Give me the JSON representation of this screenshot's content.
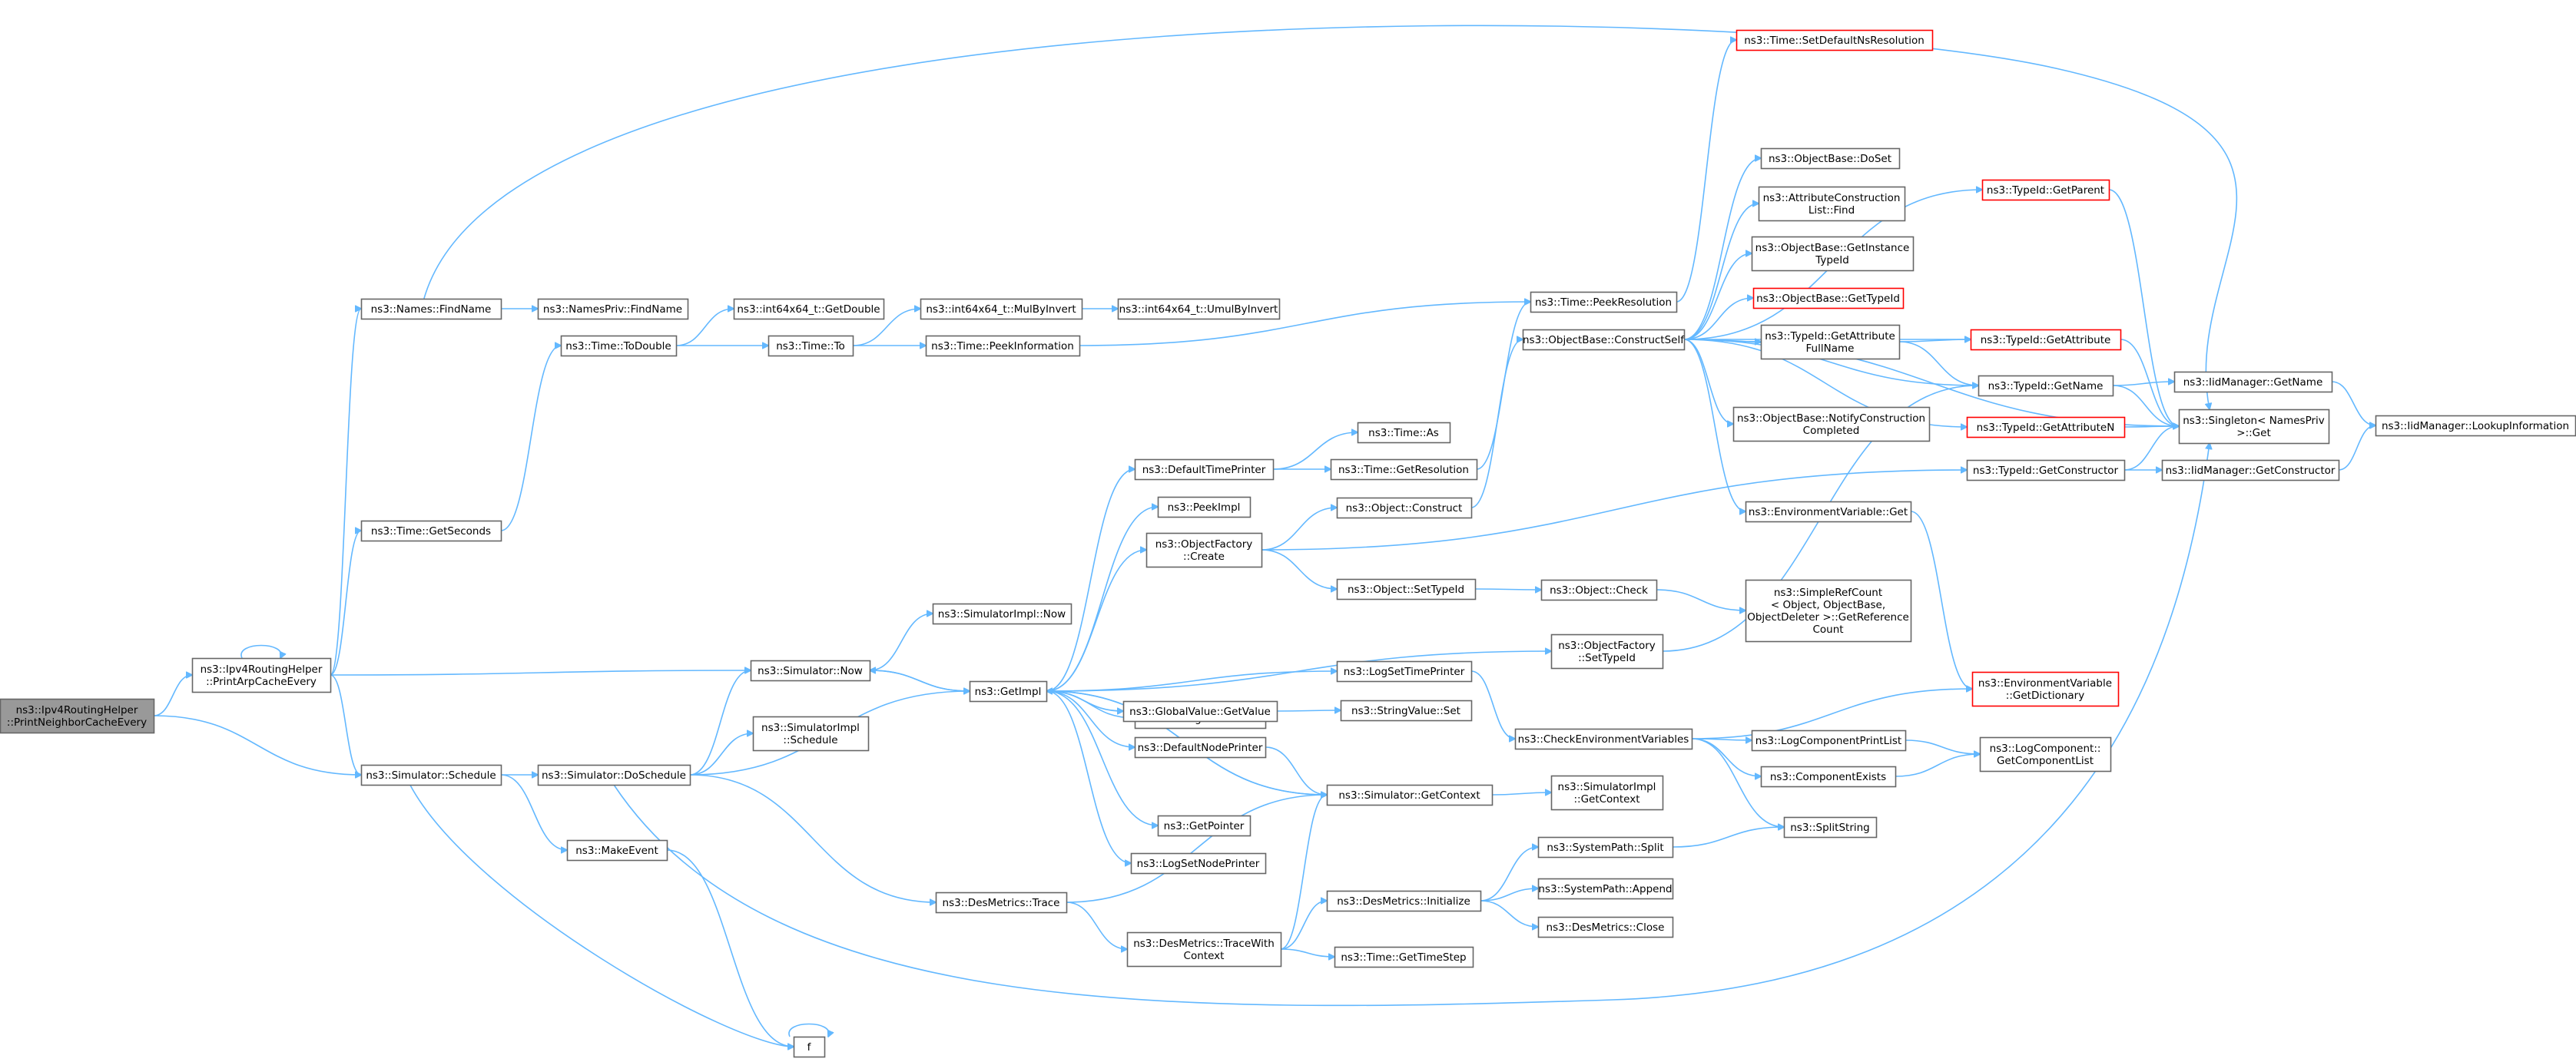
{
  "graph": {
    "title": "",
    "edge_color": "#63b8ff",
    "node_border": "#666666",
    "truncated_border": "#ff0000",
    "root_fill": "#999999",
    "nodes": [
      {
        "id": "n0",
        "label": [
          "ns3::Ipv4RoutingHelper",
          "::PrintNeighborCacheEvery"
        ],
        "root": true
      },
      {
        "id": "n1",
        "label": [
          "ns3::Ipv4RoutingHelper",
          "::PrintArpCacheEvery"
        ]
      },
      {
        "id": "n2",
        "label": [
          "ns3::Simulator::Schedule"
        ]
      },
      {
        "id": "n3",
        "label": [
          "ns3::Names::FindName"
        ]
      },
      {
        "id": "n4",
        "label": [
          "ns3::NamesPriv::FindName"
        ]
      },
      {
        "id": "n5",
        "label": [
          "ns3::Time::GetSeconds"
        ]
      },
      {
        "id": "n6",
        "label": [
          "ns3::Time::ToDouble"
        ]
      },
      {
        "id": "n7",
        "label": [
          "ns3::int64x64_t::GetDouble"
        ]
      },
      {
        "id": "n8",
        "label": [
          "ns3::Time::To"
        ]
      },
      {
        "id": "n9",
        "label": [
          "ns3::int64x64_t::MulByInvert"
        ]
      },
      {
        "id": "n10",
        "label": [
          "ns3::int64x64_t::UmulByInvert"
        ]
      },
      {
        "id": "n11",
        "label": [
          "ns3::Time::PeekInformation"
        ]
      },
      {
        "id": "n12",
        "label": [
          "ns3::Simulator::Now"
        ]
      },
      {
        "id": "n13",
        "label": [
          "ns3::SimulatorImpl::Now"
        ]
      },
      {
        "id": "n14",
        "label": [
          "ns3::GetImpl"
        ]
      },
      {
        "id": "n15",
        "label": [
          "ns3::Simulator::DoSchedule"
        ]
      },
      {
        "id": "n16",
        "label": [
          "ns3::SimulatorImpl",
          "::Schedule"
        ]
      },
      {
        "id": "n17",
        "label": [
          "ns3::MakeEvent"
        ]
      },
      {
        "id": "n18",
        "label": [
          "f"
        ]
      },
      {
        "id": "n19",
        "label": [
          "ns3::DesMetrics::Trace"
        ]
      },
      {
        "id": "n20",
        "label": [
          "ns3::DesMetrics::TraceWith",
          "Context"
        ]
      },
      {
        "id": "n21",
        "label": [
          "ns3::DefaultTimePrinter"
        ]
      },
      {
        "id": "n22",
        "label": [
          "ns3::PeekImpl"
        ]
      },
      {
        "id": "n23",
        "label": [
          "ns3::ObjectFactory",
          "::Create"
        ]
      },
      {
        "id": "n24",
        "label": [
          "ns3::StringValue::Get"
        ]
      },
      {
        "id": "n25",
        "label": [
          "ns3::GlobalValue::GetValue"
        ]
      },
      {
        "id": "n26",
        "label": [
          "ns3::DefaultNodePrinter"
        ]
      },
      {
        "id": "n27",
        "label": [
          "ns3::GetPointer"
        ]
      },
      {
        "id": "n28",
        "label": [
          "ns3::LogSetNodePrinter"
        ]
      },
      {
        "id": "n29",
        "label": [
          "ns3::Time::As"
        ]
      },
      {
        "id": "n30",
        "label": [
          "ns3::Time::GetResolution"
        ]
      },
      {
        "id": "n31",
        "label": [
          "ns3::Object::Construct"
        ]
      },
      {
        "id": "n32",
        "label": [
          "ns3::Object::SetTypeId"
        ]
      },
      {
        "id": "n33",
        "label": [
          "ns3::LogSetTimePrinter"
        ]
      },
      {
        "id": "n34",
        "label": [
          "ns3::StringValue::Set"
        ]
      },
      {
        "id": "n35",
        "label": [
          "ns3::Simulator::GetContext"
        ]
      },
      {
        "id": "n36",
        "label": [
          "ns3::DesMetrics::Initialize"
        ]
      },
      {
        "id": "n37",
        "label": [
          "ns3::Time::GetTimeStep"
        ]
      },
      {
        "id": "n38",
        "label": [
          "ns3::Time::PeekResolution"
        ]
      },
      {
        "id": "n39",
        "label": [
          "ns3::Time::SetDefaultNsResolution"
        ],
        "truncated": true
      },
      {
        "id": "n40",
        "label": [
          "ns3::ObjectBase::ConstructSelf"
        ]
      },
      {
        "id": "n41",
        "label": [
          "ns3::Object::Check"
        ]
      },
      {
        "id": "n42",
        "label": [
          "ns3::ObjectFactory",
          "::SetTypeId"
        ]
      },
      {
        "id": "n43",
        "label": [
          "ns3::CheckEnvironmentVariables"
        ]
      },
      {
        "id": "n44",
        "label": [
          "ns3::SimulatorImpl",
          "::GetContext"
        ]
      },
      {
        "id": "n45",
        "label": [
          "ns3::SystemPath::Split"
        ]
      },
      {
        "id": "n46",
        "label": [
          "ns3::SystemPath::Append"
        ]
      },
      {
        "id": "n47",
        "label": [
          "ns3::DesMetrics::Close"
        ]
      },
      {
        "id": "n48",
        "label": [
          "ns3::ObjectBase::DoSet"
        ]
      },
      {
        "id": "n49",
        "label": [
          "ns3::AttributeConstruction",
          "List::Find"
        ]
      },
      {
        "id": "n50",
        "label": [
          "ns3::ObjectBase::GetInstance",
          "TypeId"
        ]
      },
      {
        "id": "n51",
        "label": [
          "ns3::ObjectBase::GetTypeId"
        ],
        "truncated": true
      },
      {
        "id": "n52",
        "label": [
          "ns3::TypeId::GetAttribute",
          "FullName"
        ]
      },
      {
        "id": "n53",
        "label": [
          "ns3::ObjectBase::NotifyConstruction",
          "Completed"
        ]
      },
      {
        "id": "n54",
        "label": [
          "ns3::EnvironmentVariable::Get"
        ]
      },
      {
        "id": "n55",
        "label": [
          "ns3::SimpleRefCount",
          "< Object, ObjectBase,",
          "ObjectDeleter >::GetReference",
          "Count"
        ]
      },
      {
        "id": "n56",
        "label": [
          "ns3::LogComponentPrintList"
        ]
      },
      {
        "id": "n57",
        "label": [
          "ns3::ComponentExists"
        ]
      },
      {
        "id": "n58",
        "label": [
          "ns3::SplitString"
        ]
      },
      {
        "id": "n59",
        "label": [
          "ns3::TypeId::GetParent"
        ],
        "truncated": true
      },
      {
        "id": "n60",
        "label": [
          "ns3::TypeId::GetAttribute"
        ],
        "truncated": true
      },
      {
        "id": "n61",
        "label": [
          "ns3::TypeId::GetName"
        ]
      },
      {
        "id": "n62",
        "label": [
          "ns3::TypeId::GetAttributeN"
        ],
        "truncated": true
      },
      {
        "id": "n63",
        "label": [
          "ns3::TypeId::GetConstructor"
        ]
      },
      {
        "id": "n64",
        "label": [
          "ns3::EnvironmentVariable",
          "::GetDictionary"
        ],
        "truncated": true
      },
      {
        "id": "n65",
        "label": [
          "ns3::LogComponent::",
          "GetComponentList"
        ]
      },
      {
        "id": "n66",
        "label": [
          "ns3::Singleton< NamesPriv",
          " >::Get"
        ]
      },
      {
        "id": "n67",
        "label": [
          "ns3::IidManager::GetName"
        ]
      },
      {
        "id": "n68",
        "label": [
          "ns3::IidManager::GetConstructor"
        ]
      },
      {
        "id": "n69",
        "label": [
          "ns3::IidManager::LookupInformation"
        ]
      }
    ]
  }
}
